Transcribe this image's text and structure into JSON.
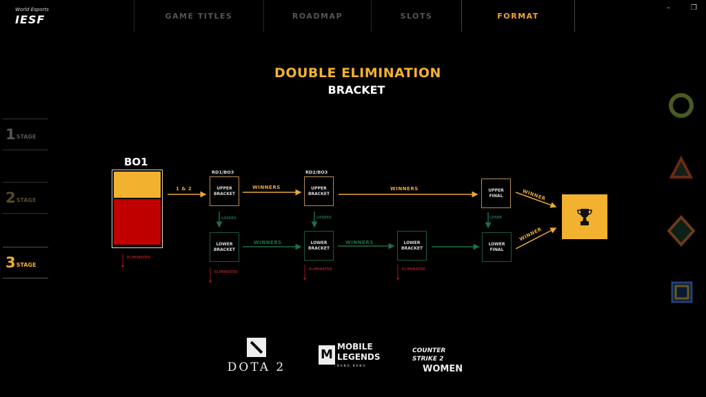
{
  "header": {
    "logo_small": "World Esports",
    "logo_big": "IESF",
    "tabs": [
      {
        "label": "GAME TITLES"
      },
      {
        "label": "ROADMAP"
      },
      {
        "label": "SLOTS"
      },
      {
        "label": "FORMAT",
        "active": true
      }
    ],
    "minimize": "–",
    "restore": "❐"
  },
  "title": {
    "line1": "DOUBLE ELIMINATION",
    "line2": "BRACKET"
  },
  "stages": [
    {
      "num": "1",
      "label": "STAGE"
    },
    {
      "num": "2",
      "label": "STAGE"
    },
    {
      "num": "3",
      "label": "STAGE",
      "active": true
    }
  ],
  "side_icons": [
    "circle-icon",
    "triangle-icon",
    "diamond-icon",
    "square-icon"
  ],
  "bracket": {
    "bo1": "BO1",
    "qualify": "1 & 2",
    "rd1": "RD1/BO3",
    "rd2": "RD2/BO3",
    "upper1": "UPPER\nBRACKET",
    "upper2": "UPPER\nBRACKET",
    "upper_final": "UPPER\nFINAL",
    "lower1": "LOWER\nBRACKET",
    "lower2": "LOWER\nBRACKET",
    "lower3": "LOWER\nBRACKET",
    "lower_final": "LOWER\nFINAL",
    "winners": "WINNERS",
    "winner": "WINNER",
    "losers": "LOSERS",
    "loser": "LOSER",
    "eliminated": "ELIMINATED"
  },
  "colors": {
    "accent": "#f2b230",
    "lower": "#1f6d47",
    "eliminated": "#a01818",
    "qualified": "#f2b230",
    "out": "#c00000"
  },
  "games": [
    {
      "name": "DOTA 2"
    },
    {
      "name": "MOBILE LEGENDS",
      "sub": "BANG BANG"
    },
    {
      "name": "COUNTER STRIKE 2",
      "sub": "WOMEN"
    }
  ]
}
